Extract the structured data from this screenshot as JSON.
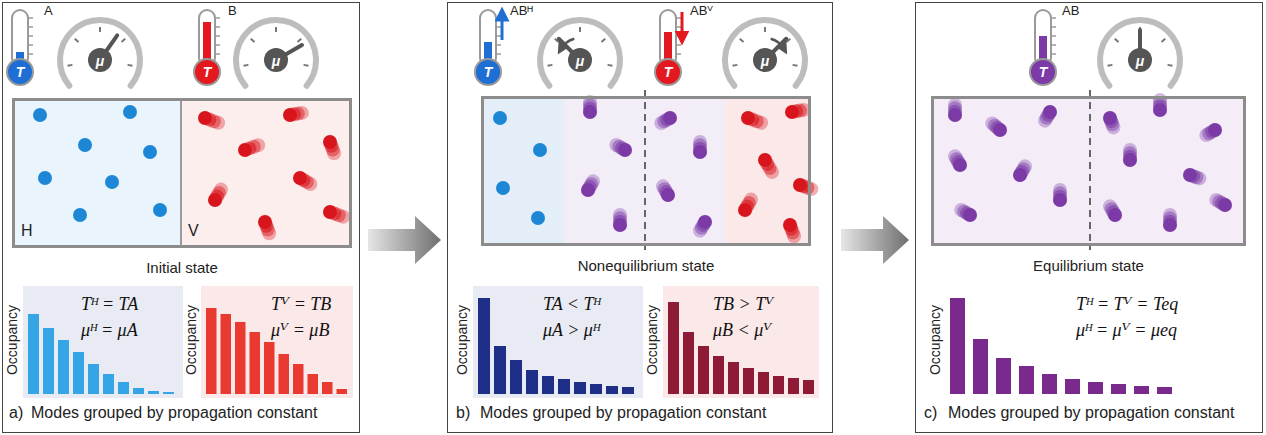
{
  "diagram": {
    "nodes": [
      {
        "text": [
          "a)",
          "Modes grouped by propagation constant"
        ]
      },
      {
        "text": [
          "Initial state"
        ],
        "in": 0
      },
      {
        "text": [
          "H"
        ],
        "in": 1
      },
      {
        "text": [
          "V"
        ],
        "in": 1
      },
      {
        "text": [
          "Tᴴ = TA",
          "μᴴ = μA"
        ],
        "in": 0
      },
      {
        "text": [
          "Tⱽ = TB",
          "μⱽ = μB"
        ],
        "in": 0
      },
      {
        "text": [
          "b)",
          "Modes grouped by propagation constant"
        ]
      },
      {
        "text": [
          "Nonequilibrium state"
        ],
        "in": 6
      },
      {
        "text": [
          "TA < Tᴴ",
          "μA > μᴴ"
        ],
        "in": 6
      },
      {
        "text": [
          "TB > Tⱽ",
          "μB < μⱽ"
        ],
        "in": 6
      },
      {
        "text": [
          "c)",
          "Modes grouped by propagation constant"
        ]
      },
      {
        "text": [
          "Equilibrium state"
        ],
        "in": 10
      },
      {
        "text": [
          "Tᴴ = Tⱽ = Teq",
          "μᴴ = μⱽ = μeq"
        ],
        "in": 10
      }
    ],
    "edges": [
      {
        "from": 0,
        "to": 6,
        "arrow": "to"
      },
      {
        "from": 6,
        "to": 10,
        "arrow": "to"
      }
    ],
    "labels": [
      "A",
      "T",
      "μ",
      "B",
      "T",
      "μ",
      "Occupancy",
      "Occupancy",
      "ABᴴ",
      "T",
      "μ",
      "ABⱽ",
      "T",
      "μ",
      "Occupancy",
      "Occupancy",
      "AB",
      "T",
      "μ",
      "Occupancy"
    ]
  }
}
